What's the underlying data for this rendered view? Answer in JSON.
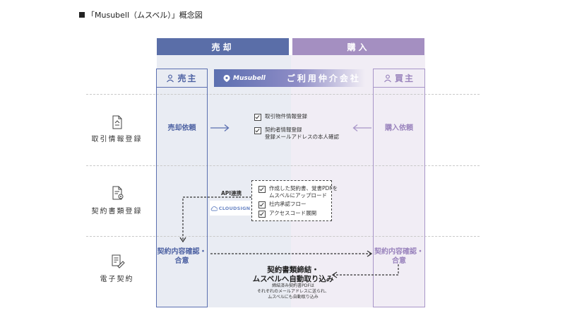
{
  "title": "「Musubell（ムスベル）」概念図",
  "columns": {
    "sell": "売却",
    "buy": "購入"
  },
  "roles": {
    "seller": "売主",
    "buyer": "買主",
    "agent": "ご利用仲介会社",
    "agent_logo": "Musubell"
  },
  "steps": [
    {
      "label": "取引情報登録",
      "icon": "document-icon"
    },
    {
      "label": "契約書類登録",
      "icon": "document-gear-icon"
    },
    {
      "label": "電子契約",
      "icon": "contract-sign-icon"
    }
  ],
  "step1": {
    "seller_action": "売却依頼",
    "buyer_action": "購入依頼",
    "checks": [
      "取引物件情報登録",
      "契約者情報登録",
      "登録メールアドレスの本人確認"
    ]
  },
  "step2": {
    "api_label": "API連携",
    "cloudsign_label": "CLOUDSIGN",
    "checks": [
      "作成した契約書、覚書PDFを",
      "ムスベルにアップロード",
      "社内承認フロー",
      "アクセスコード展開"
    ]
  },
  "step3": {
    "seller_confirm": [
      "契約内容確認・",
      "合意"
    ],
    "buyer_confirm": [
      "契約内容確認・",
      "合意"
    ],
    "center_title": [
      "契約書類締結・",
      "ムスベルへ自動取り込み"
    ],
    "center_sub": [
      "締結済み契約書PDFは",
      "それぞれのメールアドレスに送られ、",
      "ムスベルにも自動取り込み"
    ]
  },
  "colors": {
    "sell_header": "#5a6ea8",
    "buy_header": "#a48fc1",
    "sell_bg": "#e9ecf3",
    "buy_bg": "#f1edf5"
  }
}
